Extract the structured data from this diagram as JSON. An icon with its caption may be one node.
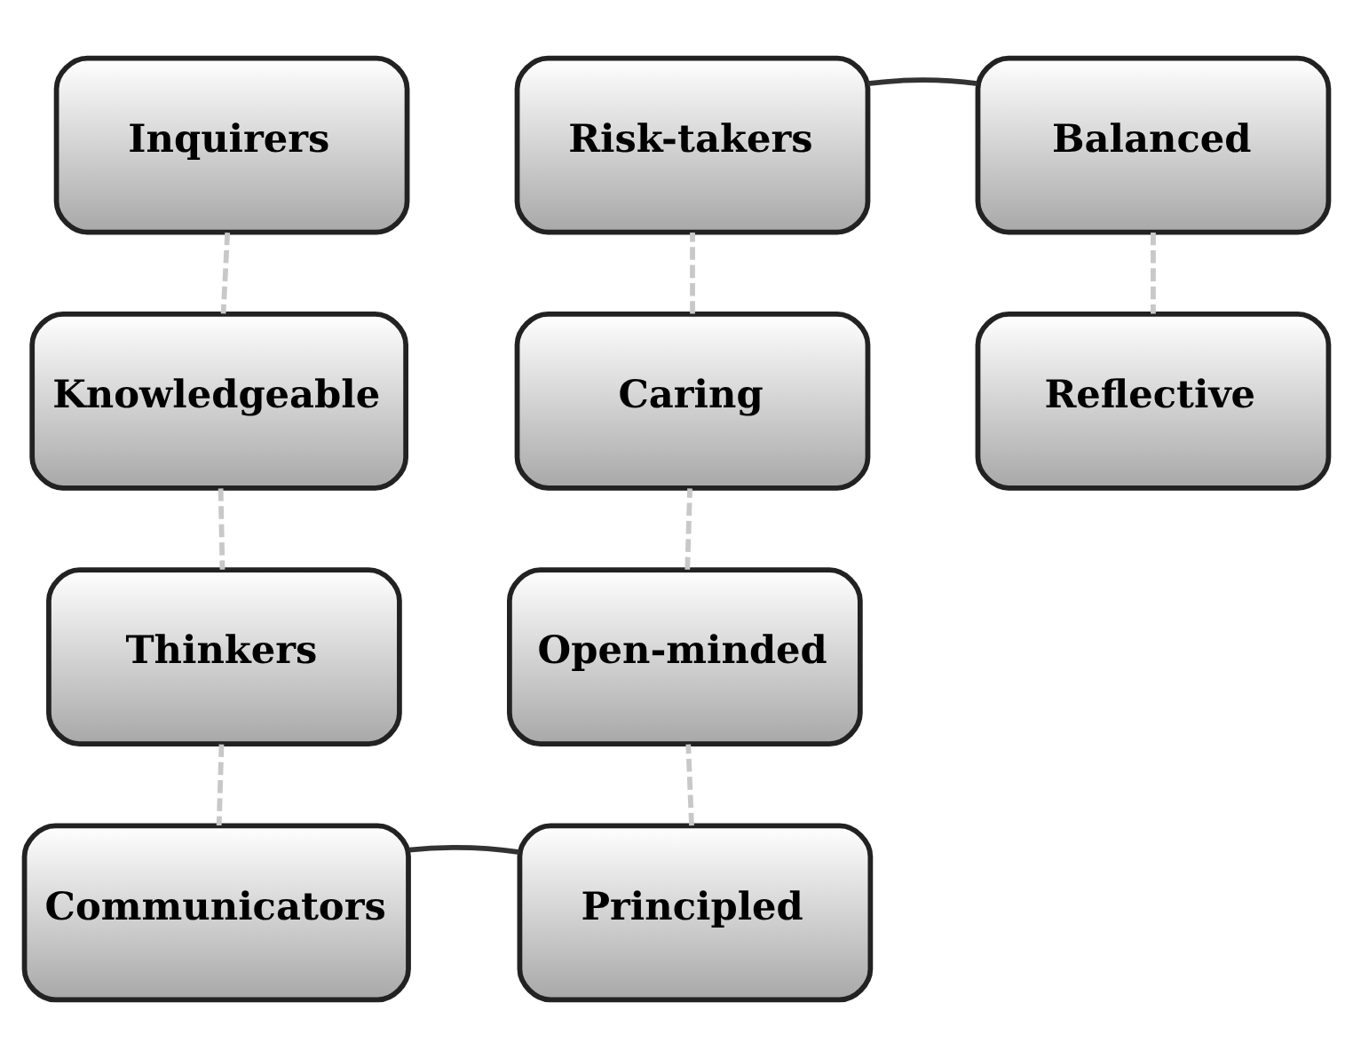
{
  "diagram": {
    "nodes": [
      {
        "text": [
          "Inquirers"
        ]
      },
      {
        "text": [
          "Risk-takers"
        ]
      },
      {
        "text": [
          "Balanced"
        ]
      },
      {
        "text": [
          "Knowledgeable"
        ]
      },
      {
        "text": [
          "Caring"
        ]
      },
      {
        "text": [
          "Reflective"
        ]
      },
      {
        "text": [
          "Thinkers"
        ]
      },
      {
        "text": [
          "Open-minded"
        ]
      },
      {
        "text": [
          "Communicators"
        ]
      },
      {
        "text": [
          "Principled"
        ]
      }
    ],
    "edges": [
      {
        "from": 0,
        "to": 3,
        "arrow": "none",
        "style": "dashed",
        "color": "#c8c8c8"
      },
      {
        "from": 3,
        "to": 6,
        "arrow": "none",
        "style": "dashed",
        "color": "#c8c8c8"
      },
      {
        "from": 6,
        "to": 8,
        "arrow": "none",
        "style": "dashed",
        "color": "#c8c8c8"
      },
      {
        "from": 8,
        "to": 9,
        "arrow": "none",
        "color": "#333333"
      },
      {
        "from": 9,
        "to": 7,
        "arrow": "none",
        "style": "dashed",
        "color": "#c8c8c8"
      },
      {
        "from": 7,
        "to": 4,
        "arrow": "none",
        "style": "dashed",
        "color": "#c8c8c8"
      },
      {
        "from": 4,
        "to": 1,
        "arrow": "none",
        "style": "dashed",
        "color": "#c8c8c8"
      },
      {
        "from": 1,
        "to": 2,
        "arrow": "none",
        "color": "#333333"
      },
      {
        "from": 2,
        "to": 5,
        "arrow": "none",
        "style": "dashed",
        "color": "#c8c8c8"
      }
    ]
  }
}
